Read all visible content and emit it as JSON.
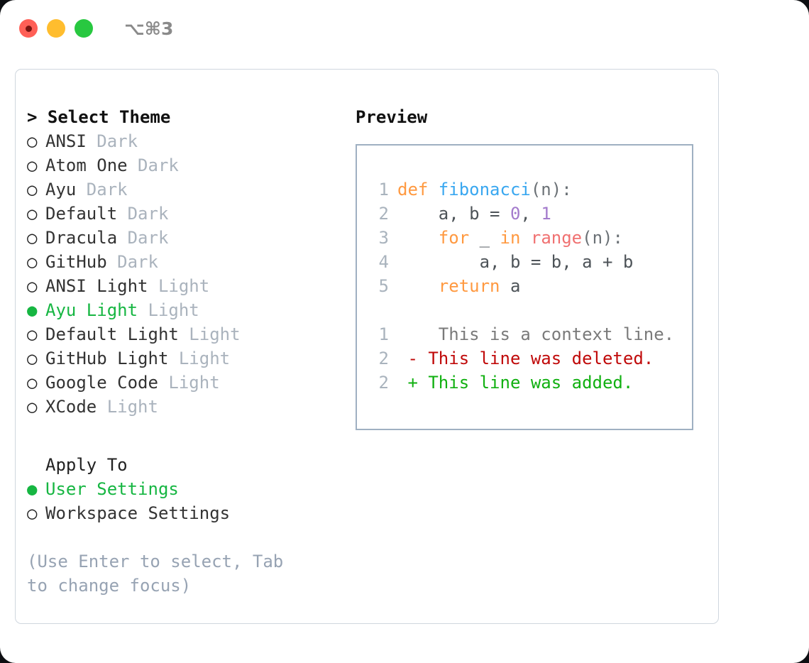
{
  "titlebar": {
    "shortcut": "⌥⌘3",
    "lights": [
      "close-red",
      "minimize-amber",
      "maximize-green"
    ]
  },
  "left": {
    "heading": "> Select Theme",
    "themes": [
      {
        "marker": "○",
        "name": "ANSI",
        "suffix": "Dark",
        "selected": false
      },
      {
        "marker": "○",
        "name": "Atom One",
        "suffix": "Dark",
        "selected": false
      },
      {
        "marker": "○",
        "name": "Ayu",
        "suffix": "Dark",
        "selected": false
      },
      {
        "marker": "○",
        "name": "Default",
        "suffix": "Dark",
        "selected": false
      },
      {
        "marker": "○",
        "name": "Dracula",
        "suffix": "Dark",
        "selected": false
      },
      {
        "marker": "○",
        "name": "GitHub",
        "suffix": "Dark",
        "selected": false
      },
      {
        "marker": "○",
        "name": "ANSI Light",
        "suffix": "Light",
        "selected": false
      },
      {
        "marker": "●",
        "name": "Ayu Light",
        "suffix": "Light",
        "selected": true
      },
      {
        "marker": "○",
        "name": "Default Light",
        "suffix": "Light",
        "selected": false
      },
      {
        "marker": "○",
        "name": "GitHub Light",
        "suffix": "Light",
        "selected": false
      },
      {
        "marker": "○",
        "name": "Google Code",
        "suffix": "Light",
        "selected": false
      },
      {
        "marker": "○",
        "name": "XCode",
        "suffix": "Light",
        "selected": false
      }
    ],
    "apply_to_heading": "Apply To",
    "apply_to_options": [
      {
        "marker": "●",
        "label": "User Settings",
        "selected": true
      },
      {
        "marker": "○",
        "label": "Workspace Settings",
        "selected": false
      }
    ],
    "hint": "(Use Enter to select, Tab to change focus)"
  },
  "preview": {
    "heading": "Preview",
    "code_lines": [
      {
        "num": "1",
        "tokens": [
          {
            "t": "def ",
            "c": "kw"
          },
          {
            "t": "fibonacci",
            "c": "fn"
          },
          {
            "t": "(n):",
            "c": "punc"
          }
        ]
      },
      {
        "num": "2",
        "tokens": [
          {
            "t": "    a, b = ",
            "c": "txt"
          },
          {
            "t": "0",
            "c": "num"
          },
          {
            "t": ", ",
            "c": "txt"
          },
          {
            "t": "1",
            "c": "num"
          }
        ]
      },
      {
        "num": "3",
        "tokens": [
          {
            "t": "    ",
            "c": "txt"
          },
          {
            "t": "for",
            "c": "kw"
          },
          {
            "t": " _ ",
            "c": "txt"
          },
          {
            "t": "in",
            "c": "kw"
          },
          {
            "t": " ",
            "c": "txt"
          },
          {
            "t": "range",
            "c": "call"
          },
          {
            "t": "(n):",
            "c": "punc"
          }
        ]
      },
      {
        "num": "4",
        "tokens": [
          {
            "t": "        a, b = b, a + b",
            "c": "txt"
          }
        ]
      },
      {
        "num": "5",
        "tokens": [
          {
            "t": "    ",
            "c": "txt"
          },
          {
            "t": "return",
            "c": "kw"
          },
          {
            "t": " a",
            "c": "txt"
          }
        ]
      }
    ],
    "diff_lines": [
      {
        "num": "1",
        "sign": " ",
        "text": "  This is a context line.",
        "kind": "ctx"
      },
      {
        "num": "2",
        "sign": "-",
        "text": " This line was deleted.",
        "kind": "del"
      },
      {
        "num": "2",
        "sign": "+",
        "text": " This line was added.",
        "kind": "add"
      }
    ]
  },
  "colors": {
    "accent_green": "#16b642",
    "muted": "#aab3bd",
    "hint": "#97a3b3",
    "keyword": "#ff9940",
    "function": "#39a7f0",
    "number": "#a37acc",
    "call": "#f07171",
    "diff_delete": "#c00a0a",
    "diff_add": "#11b011",
    "panel_border": "#cfd6de",
    "preview_border": "#9fb0c2"
  }
}
